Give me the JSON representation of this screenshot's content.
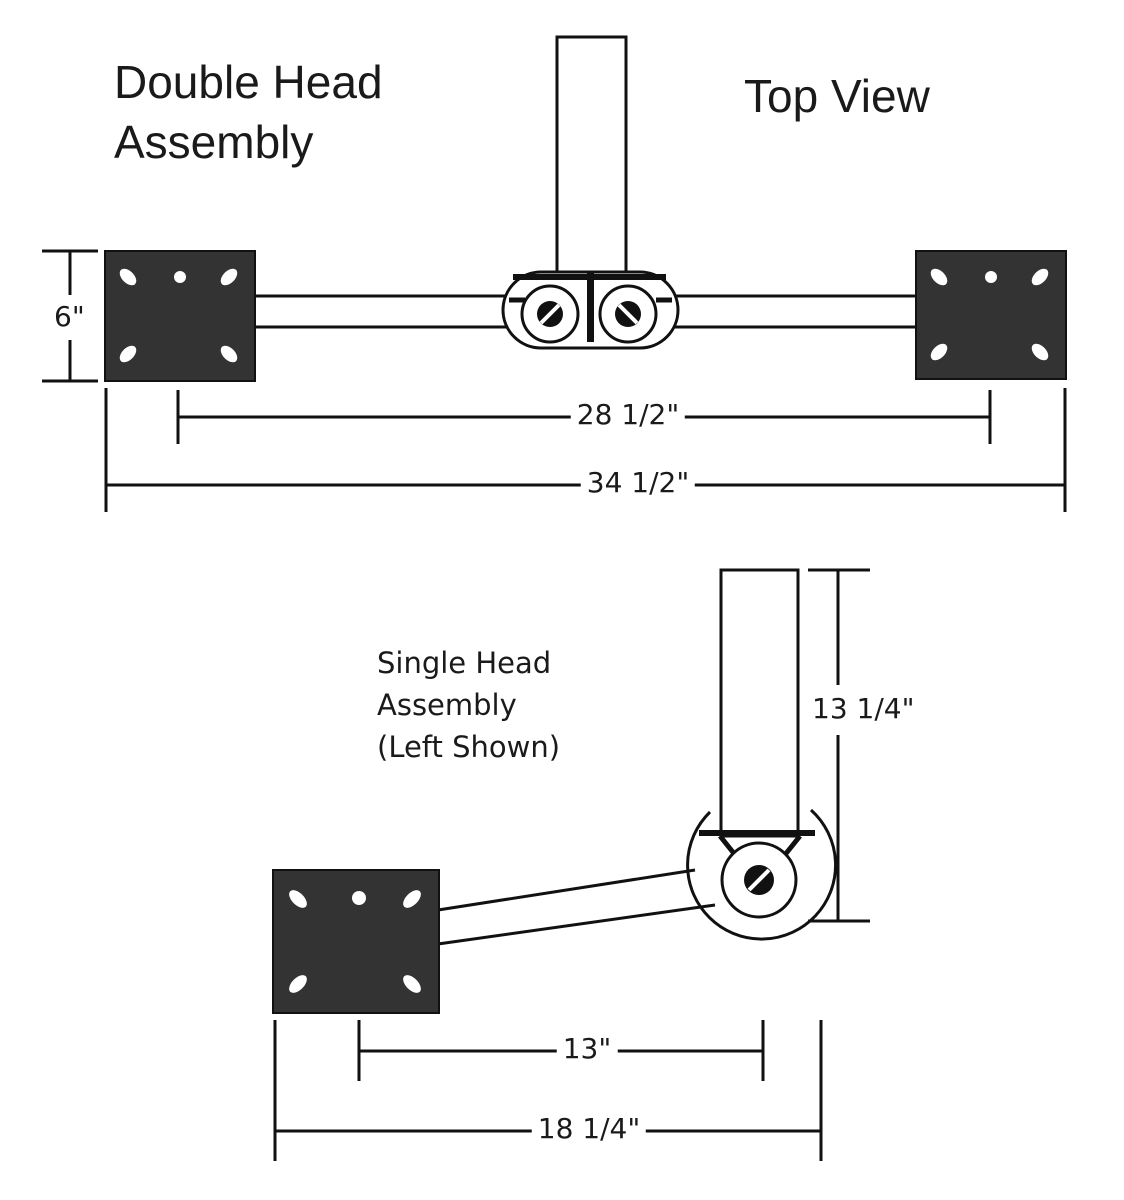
{
  "labels": {
    "double_title_line1": "Double Head",
    "double_title_line2": "Assembly",
    "top_view": "Top View",
    "single_title_line1": "Single Head",
    "single_title_line2": "Assembly",
    "single_title_line3": "(Left Shown)"
  },
  "dimensions": {
    "plate_height": "6\"",
    "double_hole_span": "28 1/2\"",
    "double_overall": "34 1/2\"",
    "single_post_height": "13 1/4\"",
    "single_hole_span": "13\"",
    "single_overall": "18 1/4\""
  },
  "colors": {
    "plate": "#333333",
    "line": "#111111",
    "background": "#ffffff"
  }
}
